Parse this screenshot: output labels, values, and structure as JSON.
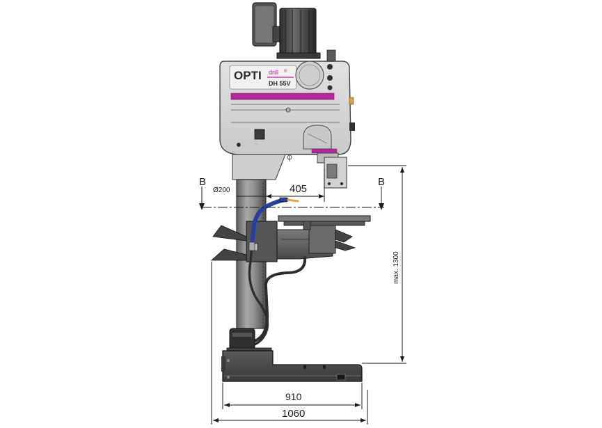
{
  "brand": {
    "logo_main": "OPTI",
    "logo_sub": "drill",
    "logo_mark": "®",
    "model": "DH 55V",
    "accent_color": "#b0289a"
  },
  "section": {
    "left_label": "B",
    "right_label": "B"
  },
  "dimensions": {
    "column_diameter": "Ø200",
    "throat": "405",
    "max_height": "max. 1300",
    "base_width": "910",
    "overall_width": "1060"
  },
  "colors": {
    "body_gray": "#d4d4d4",
    "dark_gray": "#6a6a6a",
    "column": "#8a8a8a",
    "coolant_blue": "#2b3f9e",
    "nozzle_orange": "#e2a052"
  }
}
